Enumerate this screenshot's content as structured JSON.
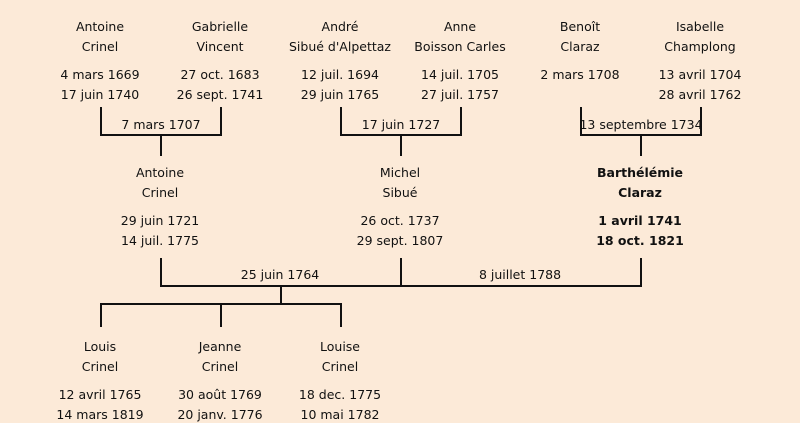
{
  "generation_1": [
    {
      "first": "Antoine",
      "last": "Crinel",
      "birth": "4 mars 1669",
      "death": "17 juin 1740"
    },
    {
      "first": "Gabrielle",
      "last": "Vincent",
      "birth": "27 oct. 1683",
      "death": "26 sept. 1741"
    },
    {
      "first": "André",
      "last": "Sibué d'Alpettaz",
      "birth": "12 juil. 1694",
      "death": "29 juin 1765"
    },
    {
      "first": "Anne",
      "last": "Boisson Carles",
      "birth": "14 juil. 1705",
      "death": "27 juil. 1757"
    },
    {
      "first": "Benoît",
      "last": "Claraz",
      "birth": "2 mars 1708",
      "death": ""
    },
    {
      "first": "Isabelle",
      "last": "Champlong",
      "birth": "13 avril 1704",
      "death": "28 avril 1762"
    }
  ],
  "marriages_1": [
    "7 mars 1707",
    "17 juin 1727",
    "13 septembre 1734"
  ],
  "generation_2": [
    {
      "first": "Antoine",
      "last": "Crinel",
      "birth": "29 juin 1721",
      "death": "14 juil. 1775"
    },
    {
      "first": "Michel",
      "last": "Sibué",
      "birth": "26 oct. 1737",
      "death": "29 sept. 1807"
    },
    {
      "first": "Barthélémie",
      "last": "Claraz",
      "birth": "1 avril 1741",
      "death": "18 oct. 1821",
      "highlighted": true
    }
  ],
  "marriages_2": [
    "25 juin 1764",
    "8 juillet 1788"
  ],
  "generation_3": [
    {
      "first": "Louis",
      "last": "Crinel",
      "birth": "12 avril 1765",
      "death": "14 mars 1819"
    },
    {
      "first": "Jeanne",
      "last": "Crinel",
      "birth": "30 août 1769",
      "death": "20 janv. 1776"
    },
    {
      "first": "Louise",
      "last": "Crinel",
      "birth": "18 dec. 1775",
      "death": "10 mai 1782"
    }
  ]
}
